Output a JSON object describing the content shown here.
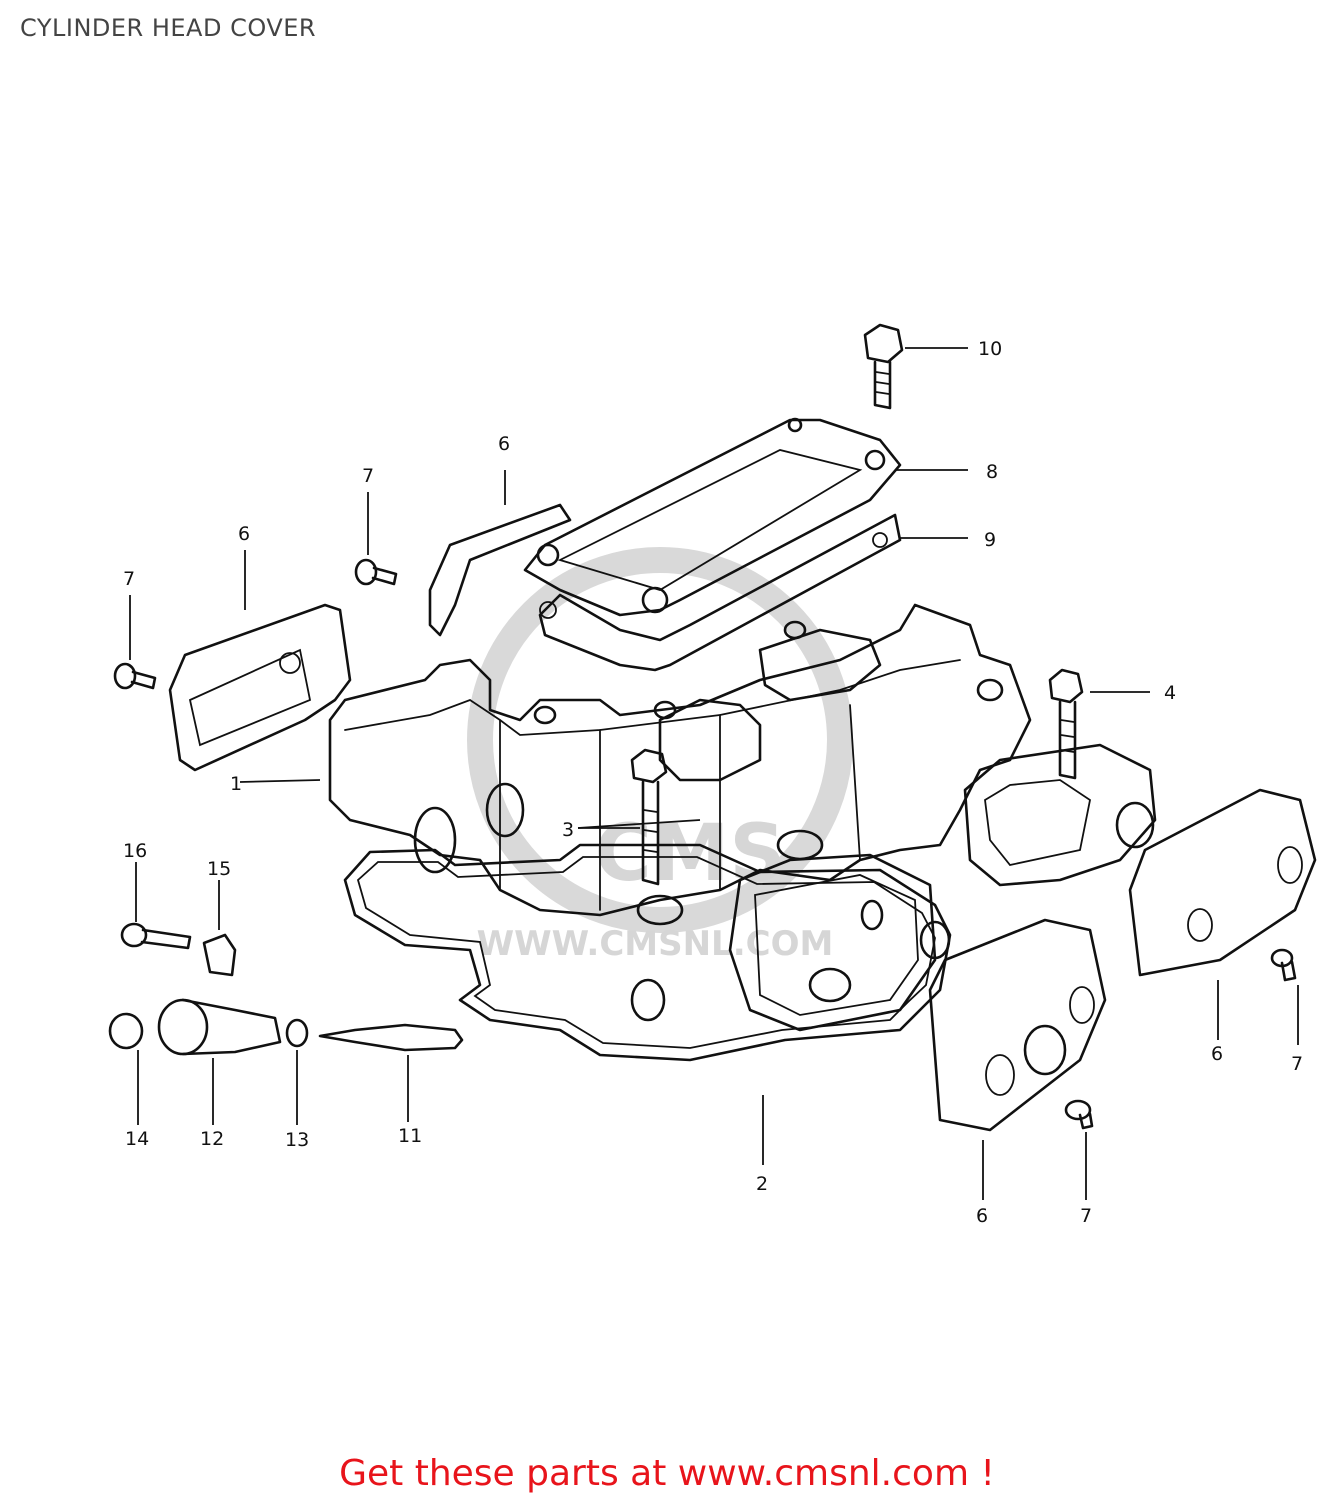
{
  "page": {
    "title": "CYLINDER HEAD COVER"
  },
  "watermark": {
    "logo_text": "CMS",
    "url_text": "WWW.CMSNL.COM"
  },
  "callouts": [
    {
      "id": "c1",
      "label": "1"
    },
    {
      "id": "c2",
      "label": "2"
    },
    {
      "id": "c3",
      "label": "3"
    },
    {
      "id": "c4",
      "label": "4"
    },
    {
      "id": "c6a",
      "label": "6"
    },
    {
      "id": "c6b",
      "label": "6"
    },
    {
      "id": "c6c",
      "label": "6"
    },
    {
      "id": "c6d",
      "label": "6"
    },
    {
      "id": "c7a",
      "label": "7"
    },
    {
      "id": "c7b",
      "label": "7"
    },
    {
      "id": "c7c",
      "label": "7"
    },
    {
      "id": "c7d",
      "label": "7"
    },
    {
      "id": "c8",
      "label": "8"
    },
    {
      "id": "c9",
      "label": "9"
    },
    {
      "id": "c10",
      "label": "10"
    },
    {
      "id": "c11",
      "label": "11"
    },
    {
      "id": "c12",
      "label": "12"
    },
    {
      "id": "c13",
      "label": "13"
    },
    {
      "id": "c14",
      "label": "14"
    },
    {
      "id": "c15",
      "label": "15"
    },
    {
      "id": "c16",
      "label": "16"
    }
  ],
  "footer": {
    "link_text": "Get these parts at www.cmsnl.com !",
    "link_color": "#e8141b"
  },
  "colors": {
    "line_art": "#111111",
    "watermark": "#d6d6d6",
    "title": "#444444"
  }
}
